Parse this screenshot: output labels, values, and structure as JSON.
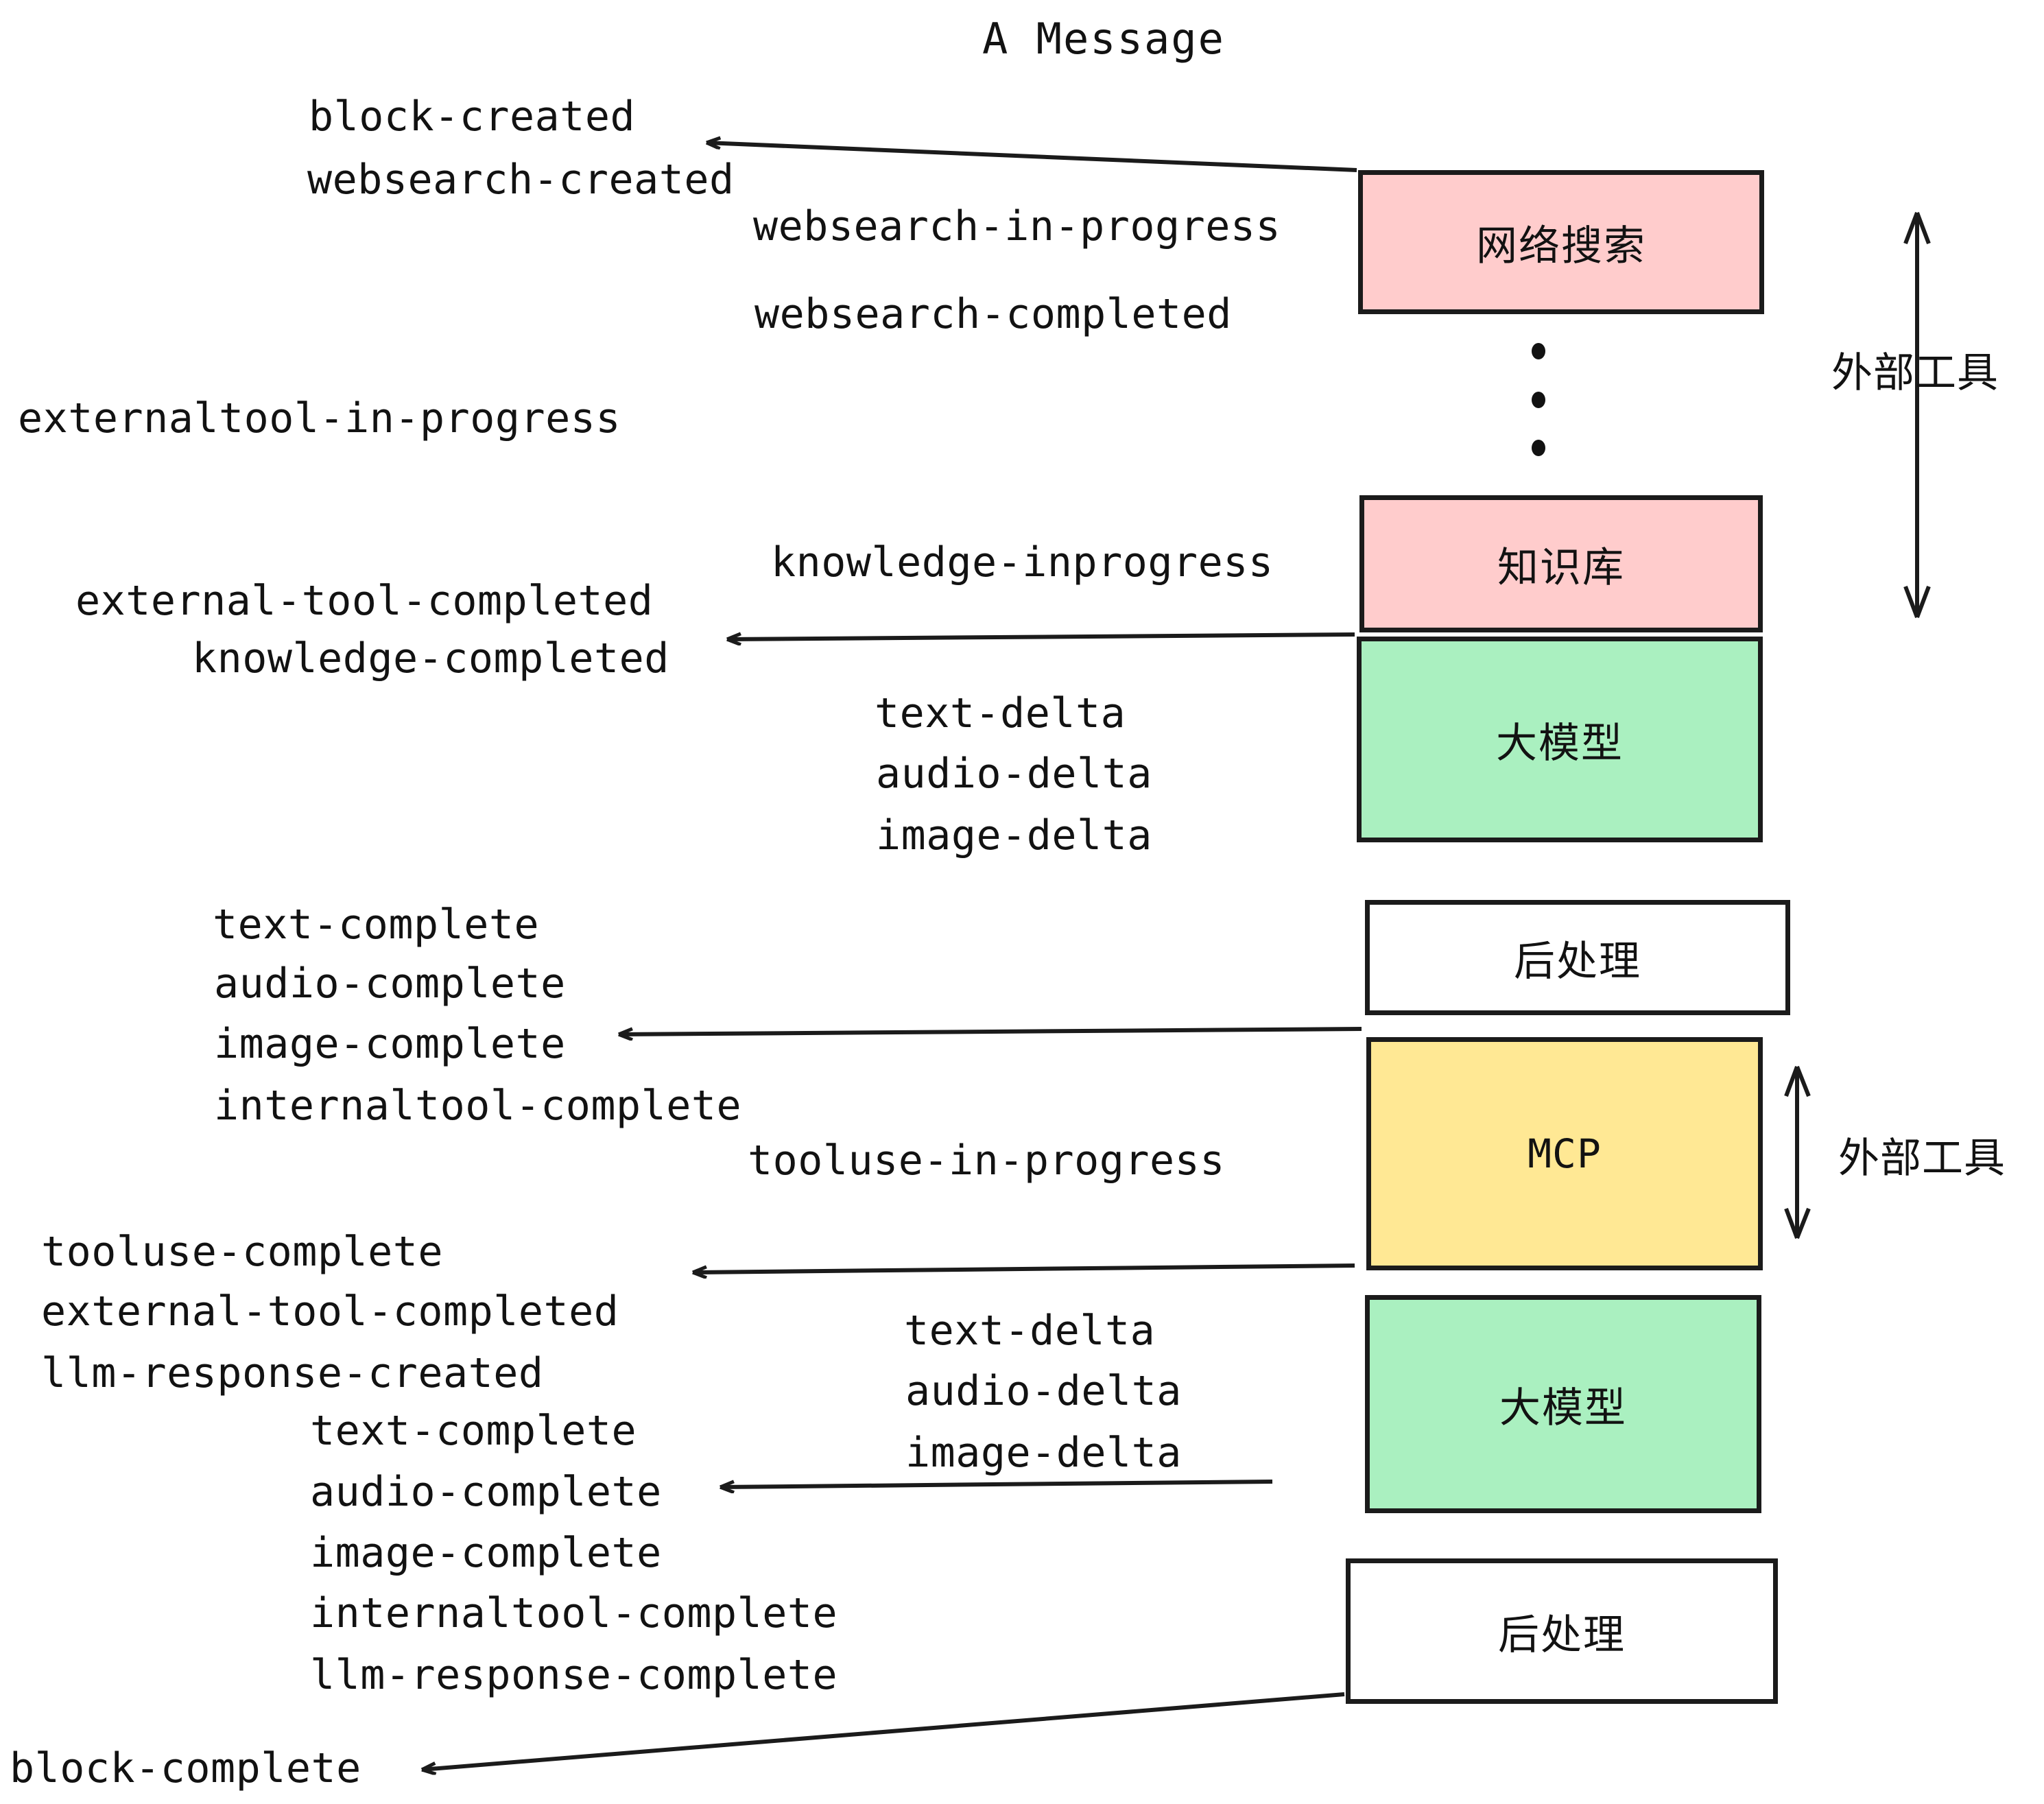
{
  "title": "A Message",
  "colors": {
    "pink": "#FFCCCC",
    "green": "#AAF0C0",
    "yellow": "#FFE894",
    "white": "#FFFFFF",
    "stroke": "#1b1b1b",
    "text": "#121212"
  },
  "boxes": {
    "websearch": "网络搜索",
    "knowledge": "知识库",
    "llm_top": "大模型",
    "postprocess_top": "后处理",
    "mcp": "MCP",
    "llm_bottom": "大模型",
    "postprocess_bottom": "后处理"
  },
  "side_labels": {
    "external_tool_top": "外部工具",
    "external_tool_bottom": "外部工具"
  },
  "events": {
    "block_created": "block-created",
    "websearch_created": "websearch-created",
    "websearch_in_progress": "websearch-in-progress",
    "websearch_completed": "websearch-completed",
    "externaltool_in_progress": "externaltool-in-progress",
    "knowledge_inprogress": "knowledge-inprogress",
    "external_tool_completed_1": "external-tool-completed",
    "knowledge_completed": "knowledge-completed",
    "text_delta_1": "text-delta",
    "audio_delta_1": "audio-delta",
    "image_delta_1": "image-delta",
    "text_complete_1": "text-complete",
    "audio_complete_1": "audio-complete",
    "image_complete_1": "image-complete",
    "internaltool_complete_1": "internaltool-complete",
    "tooluse_in_progress": "tooluse-in-progress",
    "tooluse_complete": "tooluse-complete",
    "external_tool_completed_2": "external-tool-completed",
    "llm_response_created": "llm-response-created",
    "text_delta_2": "text-delta",
    "audio_delta_2": "audio-delta",
    "image_delta_2": "image-delta",
    "text_complete_2": "text-complete",
    "audio_complete_2": "audio-complete",
    "image_complete_2": "image-complete",
    "internaltool_complete_2": "internaltool-complete",
    "llm_response_complete": "llm-response-complete",
    "block_complete": "block-complete"
  }
}
